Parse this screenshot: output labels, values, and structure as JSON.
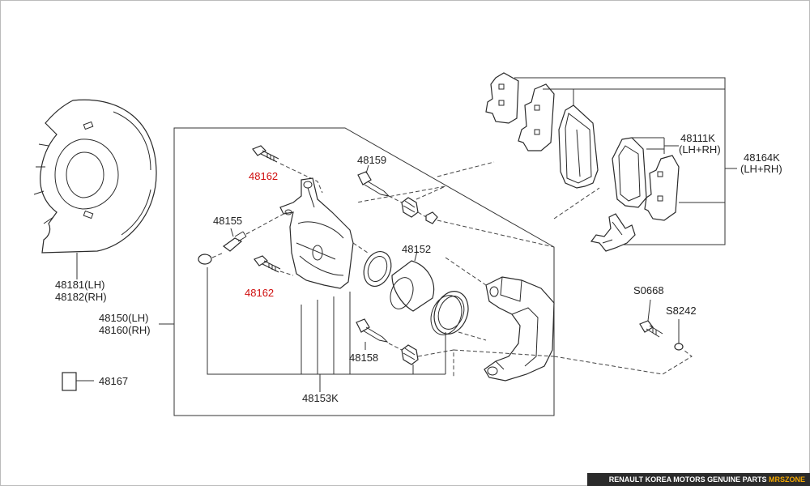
{
  "labels": {
    "shield": [
      "48181(LH)",
      "48182(RH)"
    ],
    "caliper_assy": [
      "48150(LH)",
      "48160(RH)"
    ],
    "pin_bolt_top": "48162",
    "pin_bolt_bottom": "48162",
    "bleeder": "48155",
    "guide_pin_upper": "48159",
    "piston_seal_kit": "48152",
    "guide_pin_lower": "48158",
    "seal_kit": "48153K",
    "label_plate": "48167",
    "pad_set": [
      "48111K",
      "(LH+RH)"
    ],
    "pad_kit": [
      "48164K",
      "(LH+RH)"
    ],
    "bolt": "S0668",
    "washer": "S8242"
  },
  "footer": {
    "main": "RENAULT KOREA MOTORS GENUINE PARTS",
    "brand": "MRSZONE"
  },
  "colors": {
    "highlight": "#d01010",
    "line": "#333333",
    "footer_bg": "#2b2b2b",
    "footer_brand": "#f0a500"
  }
}
